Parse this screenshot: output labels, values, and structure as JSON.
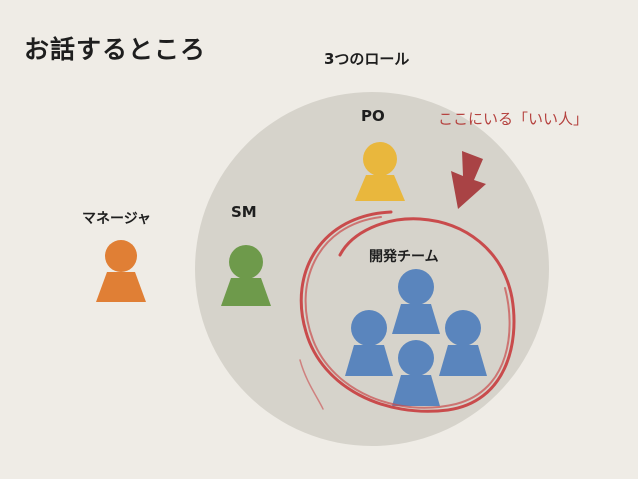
{
  "title": "お話するところ",
  "roles_label": "3つのロール",
  "po_label": "PO",
  "callout": "ここにいる「いい人」",
  "sm_label": "SM",
  "manager_label": "マネージャ",
  "team_label": "開発チーム",
  "colors": {
    "background": "#efece6",
    "circle": "#d6d3cb",
    "po": "#e9b73d",
    "sm": "#6e9a4b",
    "manager": "#e07f35",
    "team": "#5a85bd",
    "accent": "#b5423f"
  }
}
